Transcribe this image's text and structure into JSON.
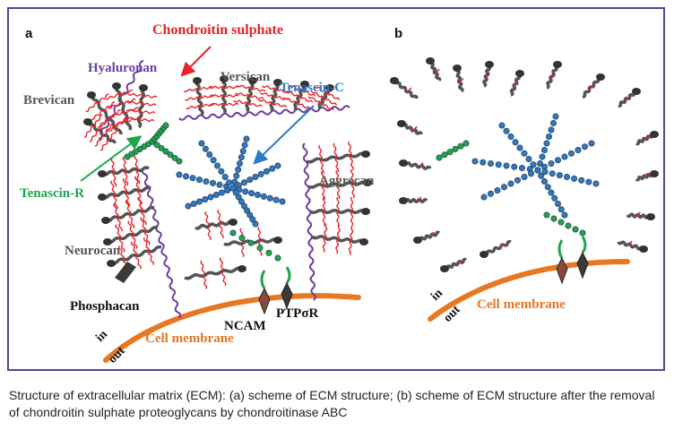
{
  "panels": {
    "a": "a",
    "b": "b"
  },
  "labels": {
    "chondroitin_sulphate": "Chondroitin sulphate",
    "hyaluronan": "Hyaluronan",
    "versican": "Versican",
    "tenascin_c": "Tenascin-C",
    "brevican": "Brevican",
    "tenascin_r": "Tenascin-R",
    "aggrecan": "Aggrecan",
    "neurocan": "Neurocan",
    "phosphacan": "Phosphacan",
    "ncam": "NCAM",
    "ptpsr": "PTPσR",
    "cell_membrane_a": "Cell membrane",
    "cell_membrane_b": "Cell membrane",
    "in_a": "in",
    "out_a": "out",
    "in_b": "in",
    "out_b": "out"
  },
  "colors": {
    "chondroitin": "#e8232a",
    "hyaluronan": "#6a3fa0",
    "tenascin_c": "#2f78c4",
    "tenascin_r": "#1ea64a",
    "membrane": "#e87722",
    "frame": "#5b3f8f",
    "core": "#555555"
  },
  "caption": "Structure of extracellular matrix (ECM): (a) scheme of ECM structure; (b) scheme of ECM structure after the removal of chondroitin sulphate proteoglycans by chondroitinase ABC"
}
